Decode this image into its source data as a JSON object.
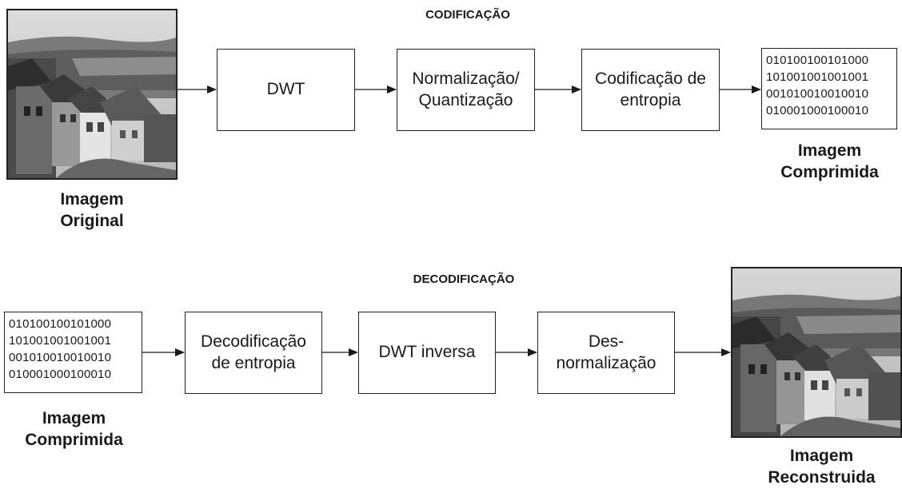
{
  "encoding": {
    "title": "CODIFICAÇÃO",
    "input_caption": "Imagem\nOriginal",
    "blocks": [
      "DWT",
      "Normalização/\nQuantização",
      "Codificação de\nentropia"
    ],
    "output_bits": [
      "010100100101000",
      "101001001001001",
      "001010010010010",
      "010001000100010"
    ],
    "output_caption": "Imagem\nComprimida"
  },
  "decoding": {
    "title": "DECODIFICAÇÃO",
    "input_bits": [
      "010100100101000",
      "101001001001001",
      "001010010010010",
      "010001000100010"
    ],
    "input_caption": "Imagem\nComprimida",
    "blocks": [
      "Decodificação\nde entropia",
      "DWT inversa",
      "Des-\nnormalização"
    ],
    "output_caption": "Imagem\nReconstruida"
  }
}
